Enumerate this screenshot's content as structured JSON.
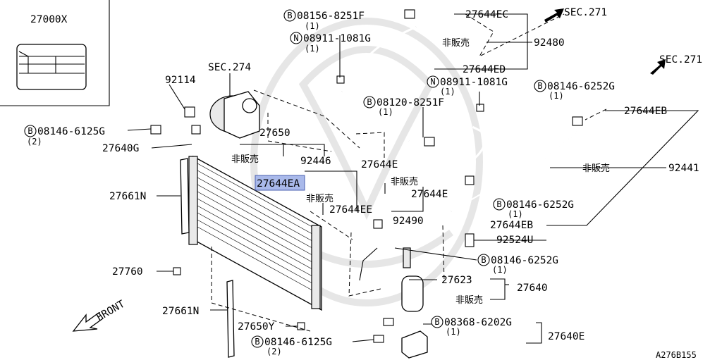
{
  "diagram_id": "A276B155",
  "front_label": "FRONT",
  "note_jp": "非販売",
  "inset": {
    "part_no": "27000X"
  },
  "labels": [
    {
      "id": "sec271_top",
      "text": "SEC.271"
    },
    {
      "id": "sec271_right",
      "text": "SEC.271"
    },
    {
      "id": "sec274",
      "text": "SEC.274"
    },
    {
      "id": "b08156",
      "prefix": "B",
      "text": "08156-8251F",
      "qty": "1"
    },
    {
      "id": "n08911_a",
      "prefix": "N",
      "text": "08911-1081G",
      "qty": "1"
    },
    {
      "id": "n08911_b",
      "prefix": "N",
      "text": "08911-1081G",
      "qty": "1"
    },
    {
      "id": "b08120",
      "prefix": "B",
      "text": "08120-8251F",
      "qty": "1"
    },
    {
      "id": "b08146_6252_a",
      "prefix": "B",
      "text": "08146-6252G",
      "qty": "1"
    },
    {
      "id": "b08146_6252_b",
      "prefix": "B",
      "text": "08146-6252G",
      "qty": "1"
    },
    {
      "id": "b08146_6252_c",
      "prefix": "B",
      "text": "08146-6252G",
      "qty": "1"
    },
    {
      "id": "b08146_6125_a",
      "prefix": "B",
      "text": "08146-6125G",
      "qty": "2"
    },
    {
      "id": "b08146_6125_b",
      "prefix": "B",
      "text": "08146-6125G",
      "qty": "2"
    },
    {
      "id": "b08368",
      "prefix": "B",
      "text": "08368-6202G",
      "qty": "1"
    },
    {
      "id": "p27644EC",
      "text": "27644EC"
    },
    {
      "id": "p92480",
      "text": "92480"
    },
    {
      "id": "p27644ED",
      "text": "27644ED"
    },
    {
      "id": "p27644EB_a",
      "text": "27644EB"
    },
    {
      "id": "p92441",
      "text": "92441"
    },
    {
      "id": "p92114",
      "text": "92114"
    },
    {
      "id": "p27640G",
      "text": "27640G"
    },
    {
      "id": "p27650",
      "text": "27650"
    },
    {
      "id": "p92446",
      "text": "92446"
    },
    {
      "id": "p27644E_a",
      "text": "27644E"
    },
    {
      "id": "p27644EA",
      "text": "27644EA"
    },
    {
      "id": "p27644EE",
      "text": "27644EE"
    },
    {
      "id": "p27644E_b",
      "text": "27644E"
    },
    {
      "id": "p92490",
      "text": "92490"
    },
    {
      "id": "p27644EB_b",
      "text": "27644EB"
    },
    {
      "id": "p92524U",
      "text": "92524U"
    },
    {
      "id": "p27661N_a",
      "text": "27661N"
    },
    {
      "id": "p27661N_b",
      "text": "27661N"
    },
    {
      "id": "p27760",
      "text": "27760"
    },
    {
      "id": "p27623",
      "text": "27623"
    },
    {
      "id": "p27640",
      "text": "27640"
    },
    {
      "id": "p27650Y",
      "text": "27650Y"
    },
    {
      "id": "p27640E",
      "text": "27640E"
    }
  ],
  "highlighted_part": "27644EA"
}
